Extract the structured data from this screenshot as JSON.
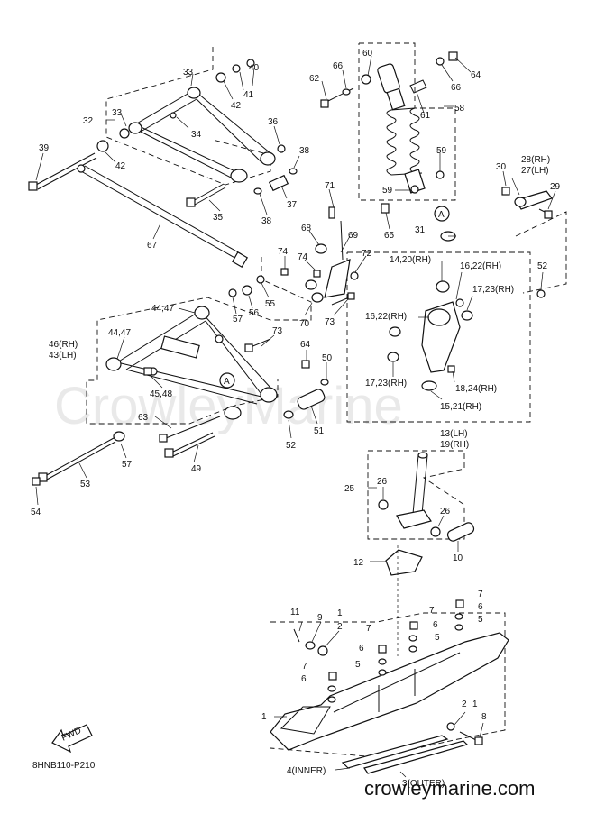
{
  "watermark": "CrowleyMarine",
  "diagram_code": "8HNB110-P210",
  "site": "crowleymarine.com",
  "fwd_label": "FWD",
  "callout_a": "A",
  "labels": {
    "l1a": "1",
    "l1b": "1",
    "l1c": "1",
    "l2a": "2",
    "l2b": "2",
    "l3": "3(OUTER)",
    "l4": "4(INNER)",
    "l5a": "5",
    "l5b": "5",
    "l5c": "5",
    "l6a": "6",
    "l6b": "6",
    "l6c": "6",
    "l6d": "6",
    "l7a": "7",
    "l7b": "7",
    "l7c": "7",
    "l7d": "7",
    "l8": "8",
    "l9": "9",
    "l10": "10",
    "l11": "11",
    "l12": "12",
    "l13": "13(LH)",
    "l19": "19(RH)",
    "l14": "14,20(RH)",
    "l15": "15,21(RH)",
    "l16a": "16,22(RH)",
    "l16b": "16,22(RH)",
    "l17a": "17,23(RH)",
    "l17b": "17,23(RH)",
    "l18": "18,24(RH)",
    "l25": "25",
    "l26a": "26",
    "l26b": "26",
    "l27": "27(LH)",
    "l28": "28(RH)",
    "l29": "29",
    "l30": "30",
    "l31": "31",
    "l32": "32",
    "l33a": "33",
    "l33b": "33",
    "l34": "34",
    "l35": "35",
    "l36": "36",
    "l37": "37",
    "l38a": "38",
    "l38b": "38",
    "l39": "39",
    "l40": "40",
    "l41": "41",
    "l42a": "42",
    "l42b": "42",
    "l43": "43(LH)",
    "l46": "46(RH)",
    "l44a": "44,47",
    "l44b": "44,47",
    "l45": "45,48",
    "l49": "49",
    "l50": "50",
    "l51": "51",
    "l52a": "52",
    "l52b": "52",
    "l53": "53",
    "l54": "54",
    "l55": "55",
    "l56": "56",
    "l57a": "57",
    "l57b": "57",
    "l58": "58",
    "l59a": "59",
    "l59b": "59",
    "l60": "60",
    "l61": "61",
    "l62": "62",
    "l63": "63",
    "l64a": "64",
    "l64b": "64",
    "l65": "65",
    "l66a": "66",
    "l66b": "66",
    "l67": "67",
    "l68": "68",
    "l69": "69",
    "l70": "70",
    "l71": "71",
    "l72": "72",
    "l73a": "73",
    "l73b": "73",
    "l74a": "74",
    "l74b": "74"
  }
}
